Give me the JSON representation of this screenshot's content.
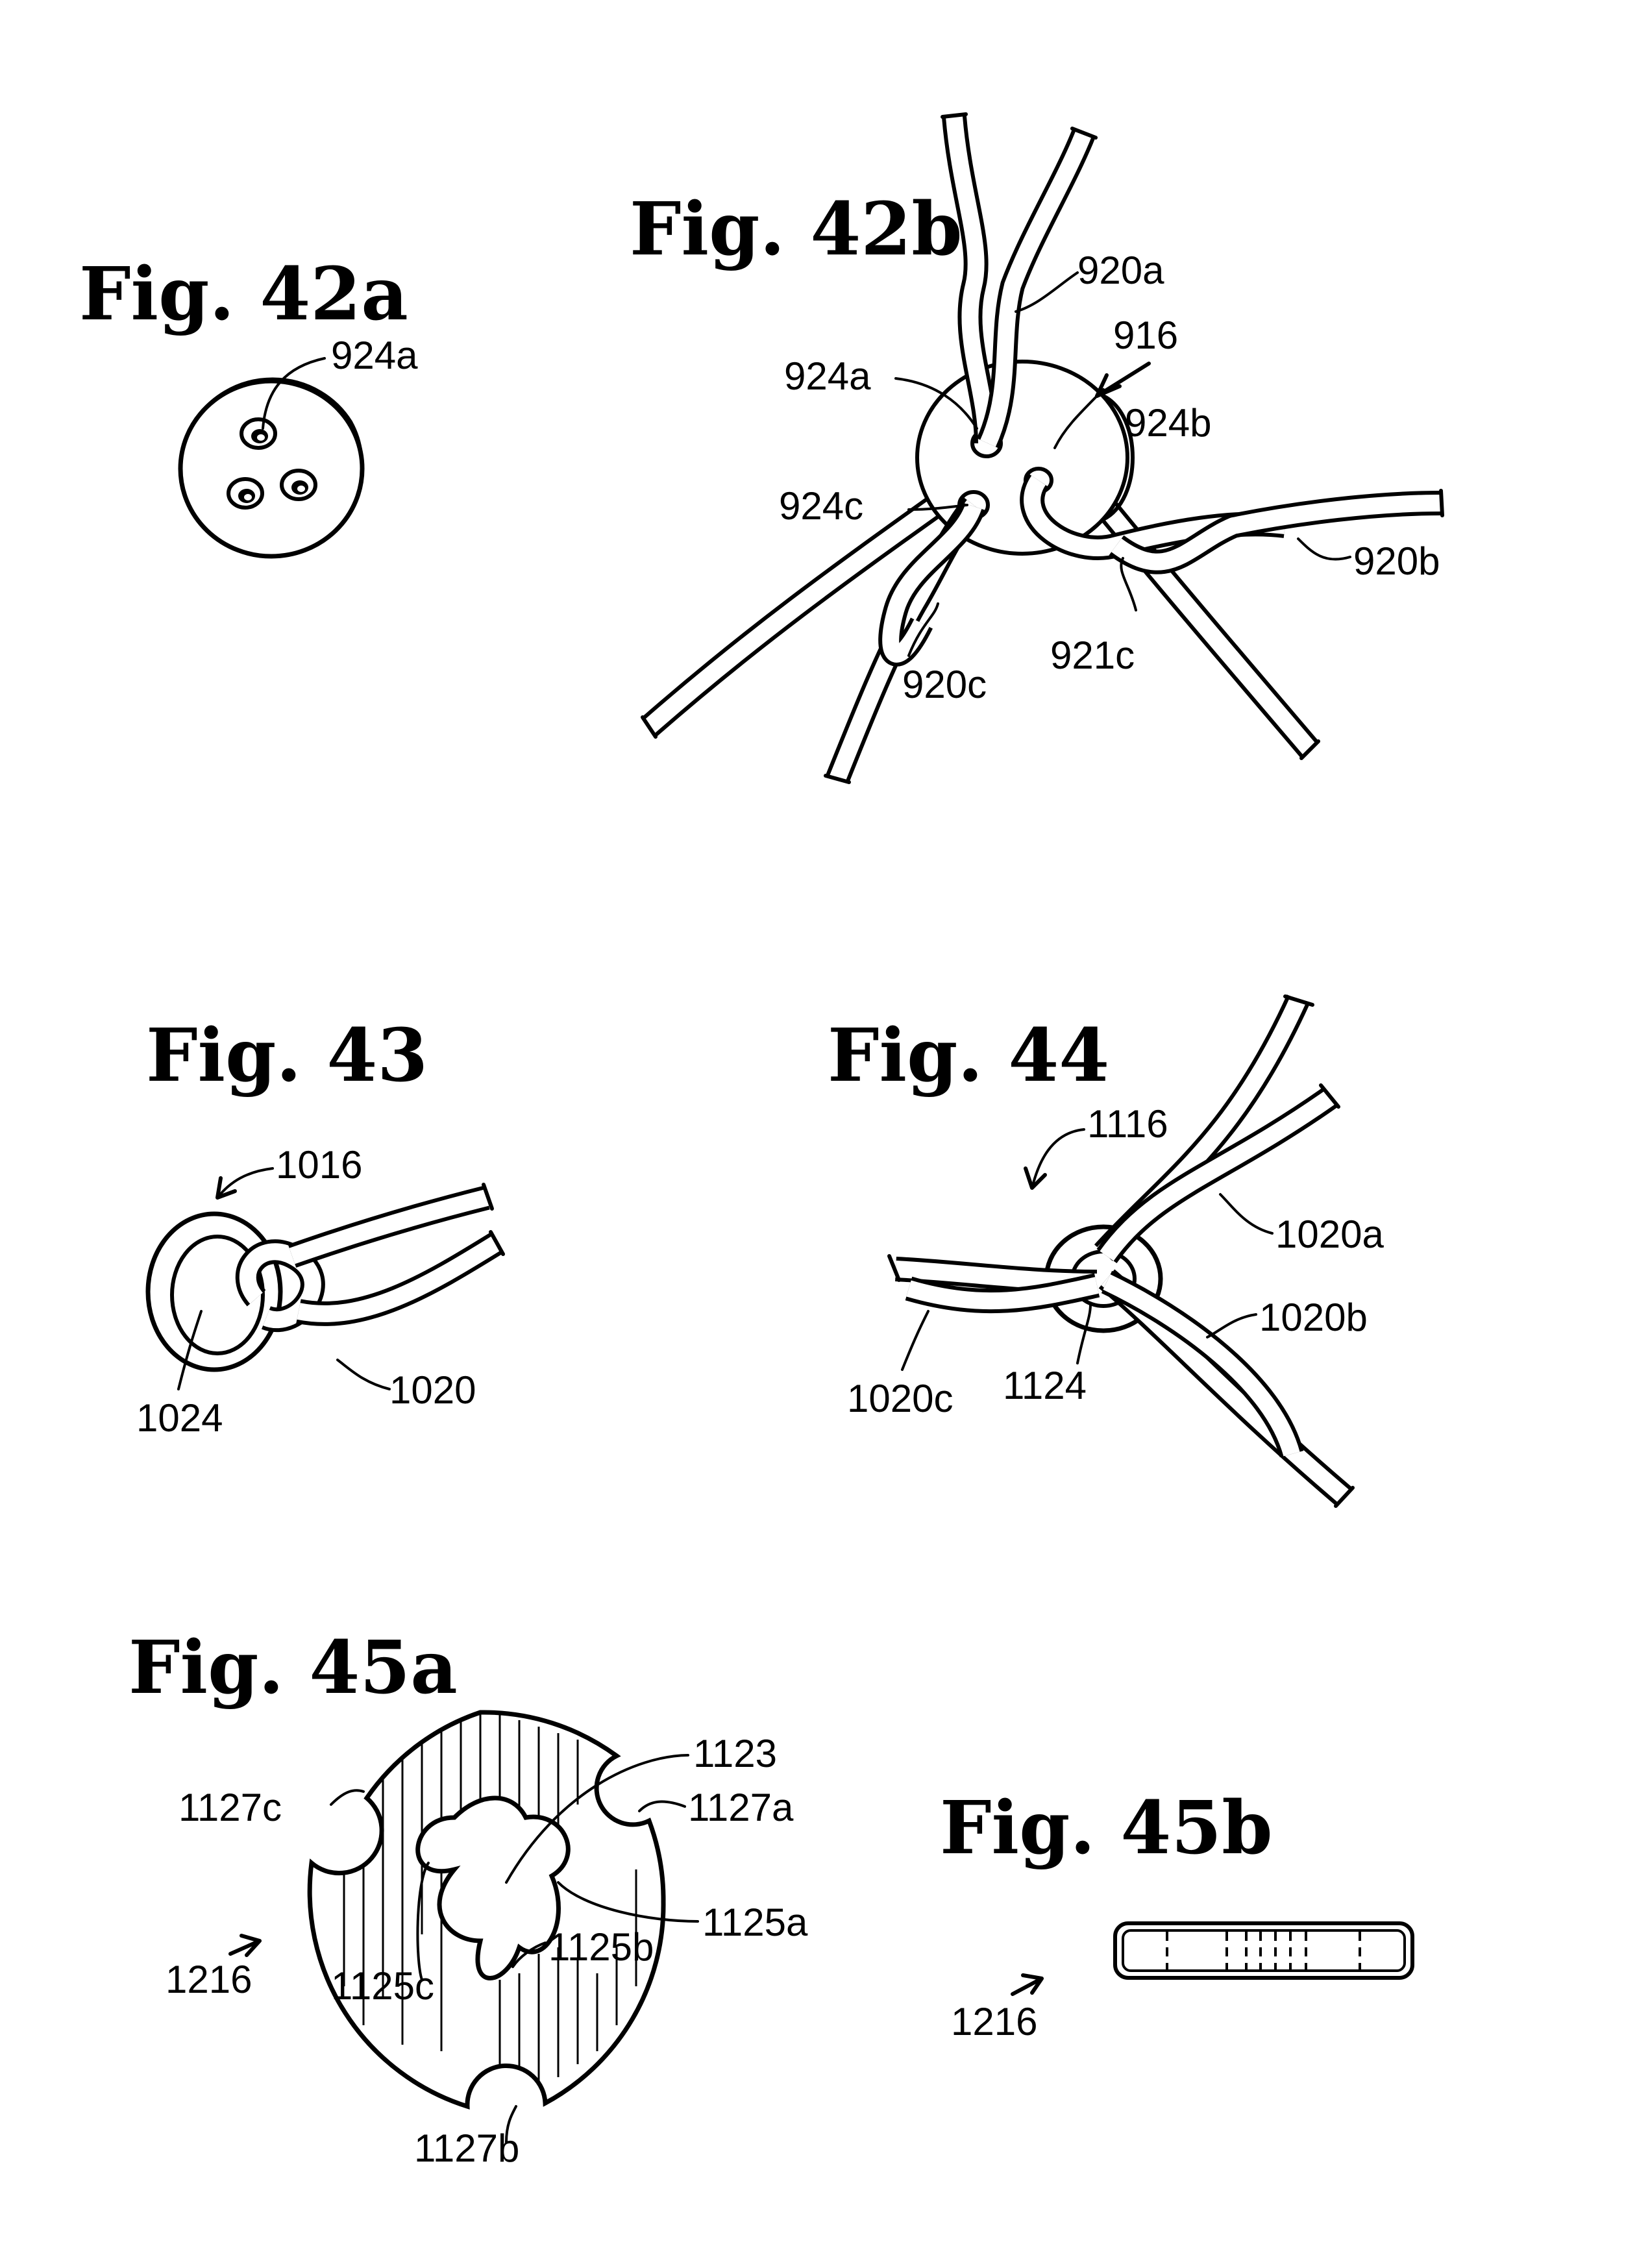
{
  "figures": {
    "fig42a": {
      "title": "Fig. 42a",
      "refs": [
        "924a"
      ]
    },
    "fig42b": {
      "title": "Fig. 42b",
      "refs": [
        "920a",
        "916",
        "924a",
        "924b",
        "924c",
        "920b",
        "921c",
        "920c"
      ]
    },
    "fig43": {
      "title": "Fig. 43",
      "refs": [
        "1016",
        "1024",
        "1020"
      ]
    },
    "fig44": {
      "title": "Fig. 44",
      "refs": [
        "1116",
        "1020a",
        "1020b",
        "1020c",
        "1124"
      ]
    },
    "fig45a": {
      "title": "Fig. 45a",
      "refs": [
        "1123",
        "1127c",
        "1127a",
        "1125a",
        "1125b",
        "1125c",
        "1216",
        "1127b"
      ]
    },
    "fig45b": {
      "title": "Fig. 45b",
      "refs": [
        "1216"
      ]
    }
  }
}
